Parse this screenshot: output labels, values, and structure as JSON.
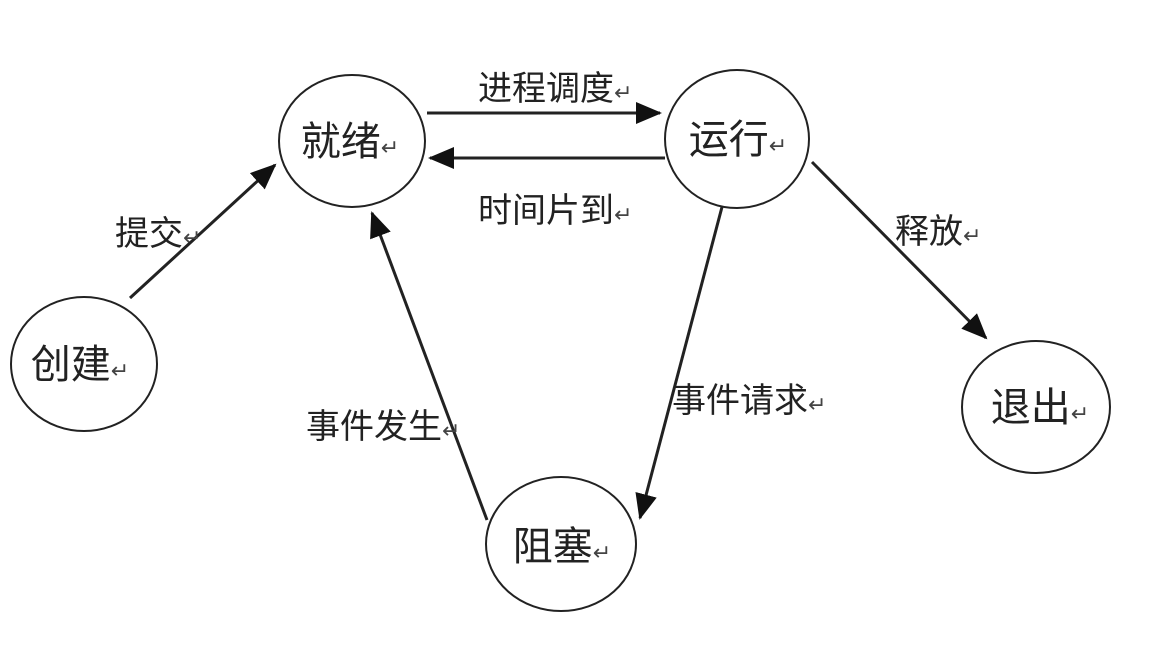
{
  "diagram": {
    "type": "state-transition",
    "return_mark": "↵",
    "nodes": [
      {
        "id": "create",
        "label": "创建"
      },
      {
        "id": "ready",
        "label": "就绪"
      },
      {
        "id": "running",
        "label": "运行"
      },
      {
        "id": "blocked",
        "label": "阻塞"
      },
      {
        "id": "exit",
        "label": "退出"
      }
    ],
    "edges": [
      {
        "id": "submit",
        "from": "create",
        "to": "ready",
        "label": "提交"
      },
      {
        "id": "schedule",
        "from": "ready",
        "to": "running",
        "label": "进程调度"
      },
      {
        "id": "timeslice",
        "from": "running",
        "to": "ready",
        "label": "时间片到"
      },
      {
        "id": "release",
        "from": "running",
        "to": "exit",
        "label": "释放"
      },
      {
        "id": "event-request",
        "from": "running",
        "to": "blocked",
        "label": "事件请求"
      },
      {
        "id": "event-occur",
        "from": "blocked",
        "to": "ready",
        "label": "事件发生"
      }
    ]
  }
}
